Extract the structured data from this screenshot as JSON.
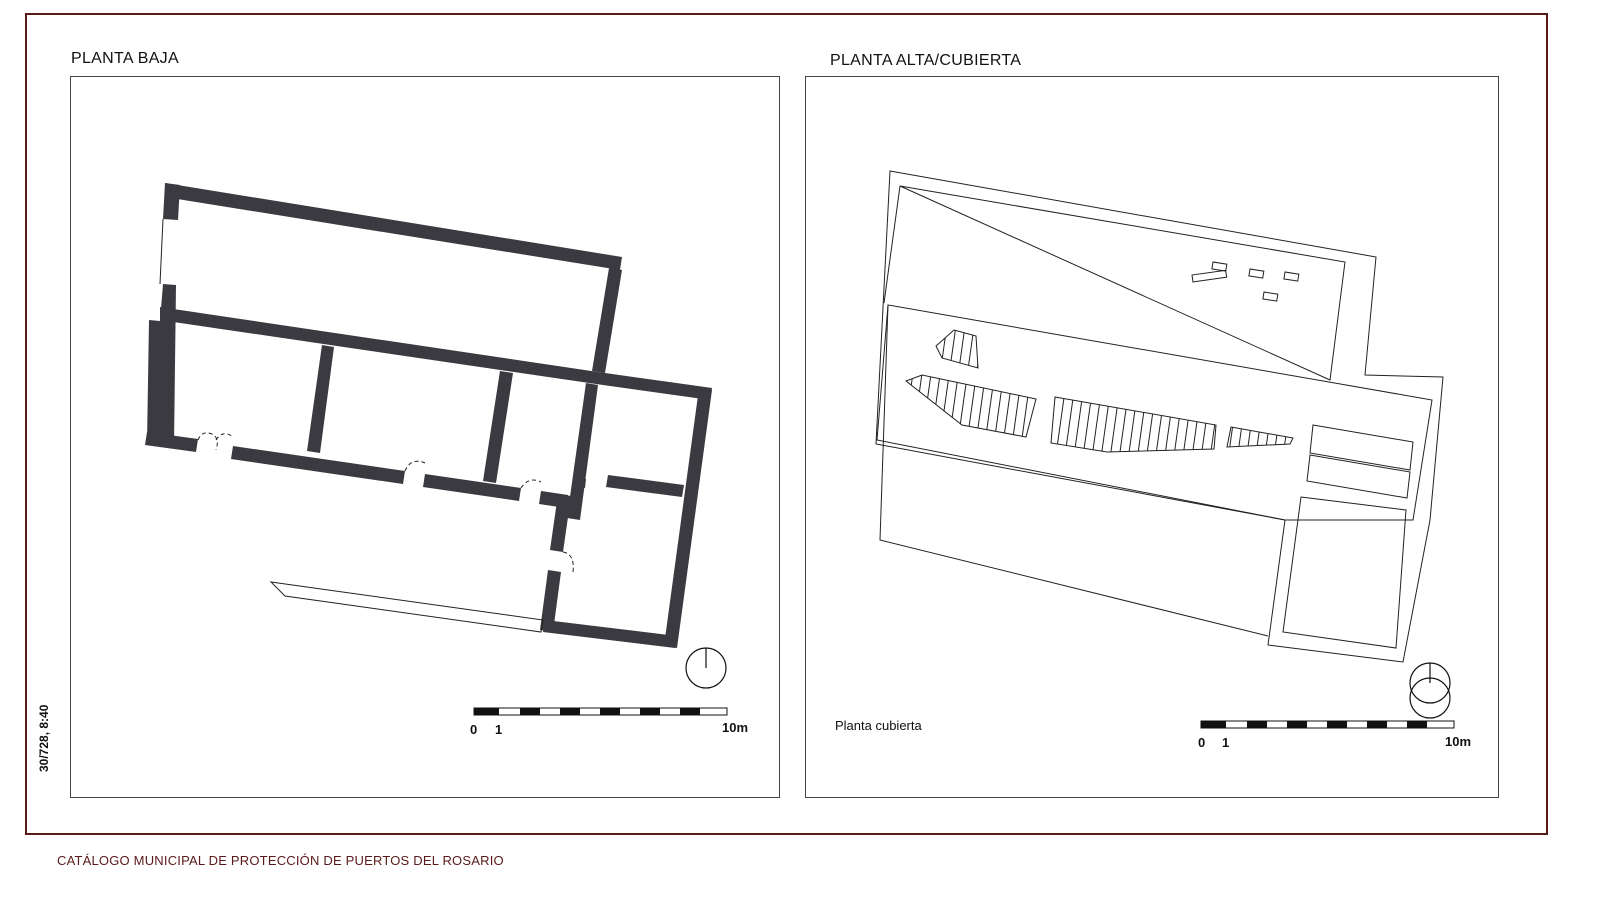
{
  "panels": {
    "left": {
      "title": "PLANTA BAJA"
    },
    "right": {
      "title": "PLANTA ALTA/CUBIERTA",
      "sublabel": "Planta cubierta"
    }
  },
  "scale": {
    "zero": "0",
    "one": "1",
    "ten": "10m"
  },
  "side_code": "30/728, 8:40",
  "footer": "CATÁLOGO MUNICIPAL DE PROTECCIÓN DE PUERTOS DEL ROSARIO",
  "colors": {
    "frame": "#5a1a1a",
    "walls": "#3a3a40",
    "lines": "#222222"
  }
}
